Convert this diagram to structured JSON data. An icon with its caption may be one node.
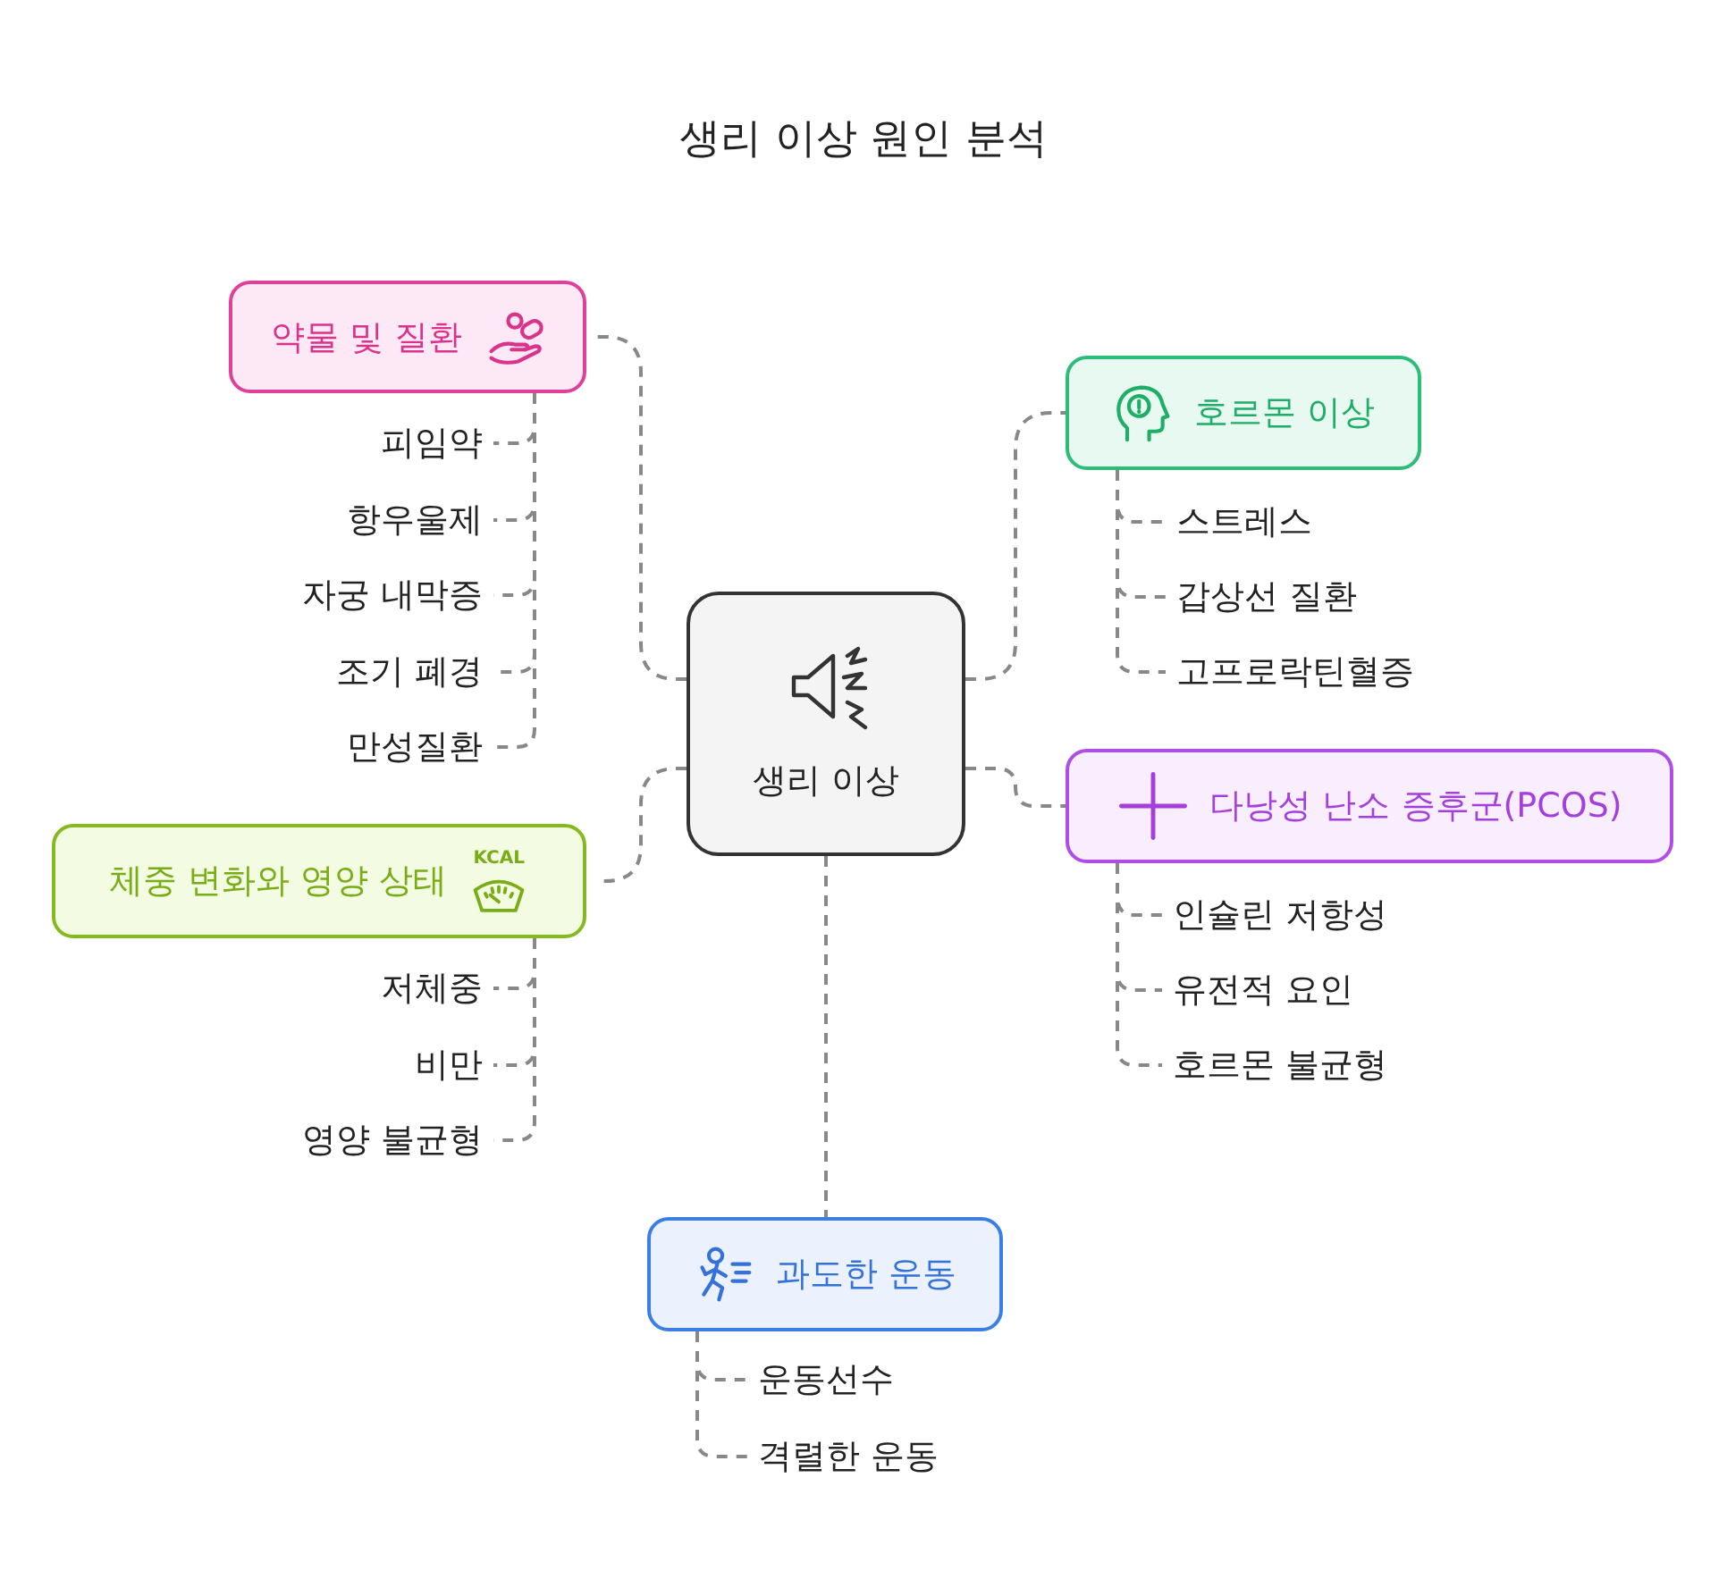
{
  "diagram": {
    "title": "생리 이상 원인 분석",
    "nodes": [
      {
        "text": [
          "생리 이상"
        ]
      },
      {
        "text": [
          "약물 및 질환"
        ]
      },
      {
        "text": [
          "피임약"
        ]
      },
      {
        "text": [
          "항우울제"
        ]
      },
      {
        "text": [
          "자궁 내막증"
        ]
      },
      {
        "text": [
          "조기 폐경"
        ]
      },
      {
        "text": [
          "만성질환"
        ]
      },
      {
        "text": [
          "호르몬 이상"
        ]
      },
      {
        "text": [
          "스트레스"
        ]
      },
      {
        "text": [
          "갑상선 질환"
        ]
      },
      {
        "text": [
          "고프로락틴혈증"
        ]
      },
      {
        "text": [
          "다낭성 난소 증후군(PCOS)"
        ]
      },
      {
        "text": [
          "인슐린 저항성"
        ]
      },
      {
        "text": [
          "유전적 요인"
        ]
      },
      {
        "text": [
          "호르몬 불균형"
        ]
      },
      {
        "text": [
          "체중 변화와 영양 상태"
        ]
      },
      {
        "text": [
          "저체중"
        ]
      },
      {
        "text": [
          "비만"
        ]
      },
      {
        "text": [
          "영양 불균형"
        ]
      },
      {
        "text": [
          "과도한 운동"
        ]
      },
      {
        "text": [
          "운동선수"
        ]
      },
      {
        "text": [
          "격렬한 운동"
        ]
      }
    ],
    "edges": [
      {
        "from": 0,
        "to": 1,
        "arrow": "none"
      },
      {
        "from": 1,
        "to": 2,
        "arrow": "none"
      },
      {
        "from": 1,
        "to": 3,
        "arrow": "none"
      },
      {
        "from": 1,
        "to": 4,
        "arrow": "none"
      },
      {
        "from": 1,
        "to": 5,
        "arrow": "none"
      },
      {
        "from": 1,
        "to": 6,
        "arrow": "none"
      },
      {
        "from": 0,
        "to": 7,
        "arrow": "none"
      },
      {
        "from": 7,
        "to": 8,
        "arrow": "none"
      },
      {
        "from": 7,
        "to": 9,
        "arrow": "none"
      },
      {
        "from": 7,
        "to": 10,
        "arrow": "none"
      },
      {
        "from": 0,
        "to": 11,
        "arrow": "none"
      },
      {
        "from": 11,
        "to": 12,
        "arrow": "none"
      },
      {
        "from": 11,
        "to": 13,
        "arrow": "none"
      },
      {
        "from": 11,
        "to": 14,
        "arrow": "none"
      },
      {
        "from": 0,
        "to": 15,
        "arrow": "none"
      },
      {
        "from": 15,
        "to": 16,
        "arrow": "none"
      },
      {
        "from": 15,
        "to": 17,
        "arrow": "none"
      },
      {
        "from": 15,
        "to": 18,
        "arrow": "none"
      },
      {
        "from": 0,
        "to": 19,
        "arrow": "none"
      },
      {
        "from": 19,
        "to": 20,
        "arrow": "none"
      },
      {
        "from": 19,
        "to": 21,
        "arrow": "none"
      }
    ],
    "labels": [
      "KCAL"
    ]
  }
}
